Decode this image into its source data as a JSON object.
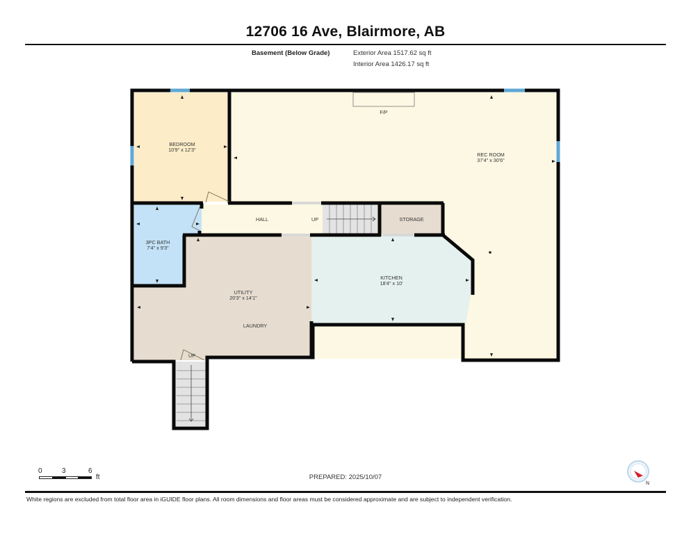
{
  "header": {
    "title": "12706 16 Ave, Blairmore, AB",
    "floor_label": "Basement (Below Grade)",
    "exterior_area": "Exterior Area 1517.62 sq ft",
    "interior_area": "Interior Area 1426.17 sq ft"
  },
  "rooms": [
    {
      "name": "BEDROOM",
      "dimensions": "10'9\" x 12'3\"",
      "color": "#fdecc8"
    },
    {
      "name": "REC ROOM",
      "dimensions": "37'4\" x 30'6\"",
      "color": "#fdf8e3"
    },
    {
      "name": "3PC BATH",
      "dimensions": "7'4\" x 9'3\"",
      "color": "#c3e2f7"
    },
    {
      "name": "HALL",
      "dimensions": "",
      "color": "#fdf8e3"
    },
    {
      "name": "STORAGE",
      "dimensions": "",
      "color": "#e6dcd0"
    },
    {
      "name": "KITCHEN",
      "dimensions": "18'4\" x 10'",
      "color": "#e5f1ef"
    },
    {
      "name": "UTILITY",
      "dimensions": "20'3\" x 14'1\"",
      "color": "#e6ddd0"
    }
  ],
  "annotations": {
    "laundry": "LAUNDRY",
    "fireplace": "F/P",
    "stairs_up_hall": "UP",
    "stairs_up_utility": "UP"
  },
  "colors": {
    "wall": "#0a0a0a",
    "window": "#5fa8d3",
    "door_opening": "#d8d8d8"
  },
  "scale_bar": {
    "ticks": [
      "0",
      "3",
      "6"
    ],
    "unit": "ft"
  },
  "footer": {
    "prepared": "PREPARED: 2025/10/07",
    "compass_label": "N",
    "disclaimer": "White regions are excluded from total floor area in iGUIDE floor plans. All room dimensions and floor areas must be considered approximate and are subject to independent verification."
  }
}
